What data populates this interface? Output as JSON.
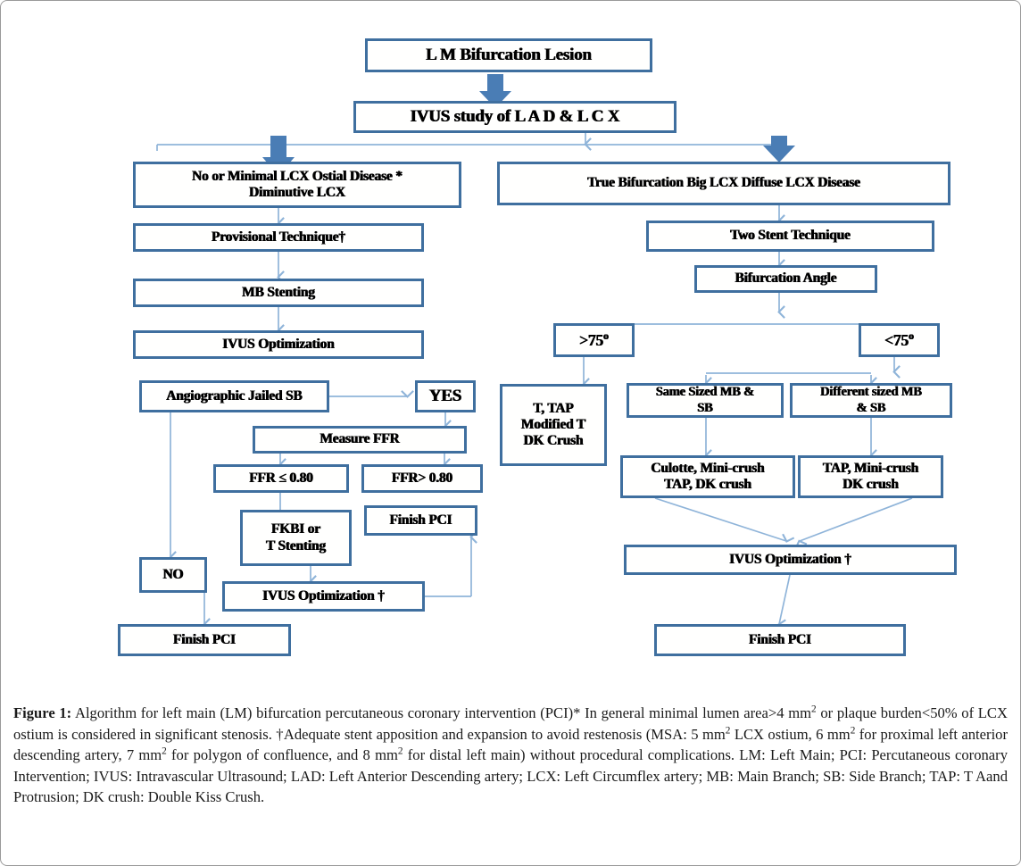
{
  "figure": {
    "label": "Figure 1:",
    "title": "Algorithm for left main (LM) bifurcation percutaneous coronary intervention (PCI)",
    "diagram_type": "flowchart",
    "nodes": {
      "lm_bifurcation_lesion": "L M Bifurcation Lesion",
      "ivus_study": "IVUS study of L A D & L C X",
      "no_minimal_lcx": "No or Minimal LCX Ostial Disease *\nDiminutive LCX",
      "provisional_technique": "Provisional  Technique†",
      "mb_stenting": "MB Stenting",
      "ivus_optimization_left": "IVUS Optimization",
      "angiographic_jailed_sb": "Angiographic Jailed SB",
      "yes": "YES",
      "no": "NO",
      "measure_ffr": "Measure FFR",
      "ffr_le_080": "FFR ≤ 0.80",
      "ffr_gt_080": "FFR> 0.80",
      "fkbi_or_t_stenting": "FKBI or\nT Stenting",
      "finish_pci_mid": "Finish PCI",
      "ivus_optimization_dagger_left": "IVUS Optimization †",
      "finish_pci_left": "Finish PCI",
      "true_bifurcation": "True Bifurcation    Big LCX    Diffuse LCX Disease",
      "two_stent_technique": "Two Stent Technique",
      "bifurcation_angle": "Bifurcation Angle",
      "angle_gt_75": "&gt;75º",
      "angle_lt_75": "&lt;75º",
      "t_tap_modified": "T, TAP\nModified T\nDK Crush",
      "same_sized_mb_sb": "Same Sized MB &\nSB",
      "different_sized_mb_sb": "Different sized MB\n& SB",
      "culotte_mini_crush": "Culotte, Mini-crush\nTAP,  DK crush",
      "tap_mini_crush": "TAP, Mini-crush\nDK crush",
      "ivus_optimization_dagger_right": "IVUS Optimization †",
      "finish_pci_right": "Finish PCI"
    },
    "colors": {
      "node_border": "#3f6f9f",
      "node_fill": "#ffffff",
      "thin_connector": "#8fb4d9",
      "thick_arrow": "#4a7db5",
      "page_border": "#9a9a9a"
    }
  },
  "caption": {
    "label": "Figure 1:",
    "line1_a": " Algorithm for left main (LM) bifurcation percutaneous coronary intervention (PCI)* In general minimal lumen area>4 mm",
    "sup2_a": "2",
    "line1_b": " or plaque burden<50% of LCX ostium is considered in significant stenosis. †Adequate stent apposition and expansion to avoid restenosis (MSA: 5 mm",
    "sup2_b": "2",
    "line2_a": " LCX ostium, 6 mm",
    "sup2_c": "2",
    "line2_b": " for proximal left anterior descending artery, 7 mm",
    "sup2_d": "2",
    "line2_c": " for polygon of confluence, and 8 mm",
    "sup2_e": "2",
    "line2_d": " for distal left main) without procedural complications. LM: Left Main; PCI: Percutaneous coronary Intervention; IVUS: Intravascular Ultrasound; LAD: Left Anterior Descending artery; LCX: Left Circumflex artery; MB: Main Branch; SB: Side Branch; TAP: T Aand Protrusion; DK crush: Double Kiss Crush."
  }
}
